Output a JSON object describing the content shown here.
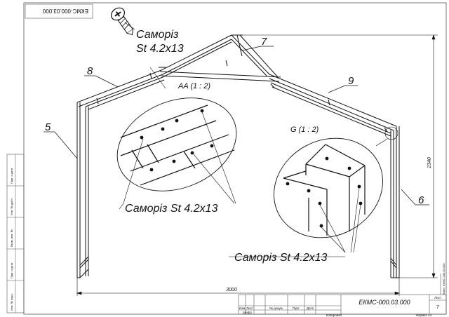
{
  "document_code_rotated": "ЕКМС-000.03.000",
  "document_code": "ЕКМС-000.03.000",
  "screw_label": "Саморіз",
  "screw_size": "St 4.2x13",
  "callout_screws_a": "Саморіз St 4.2x13",
  "callout_screws_g": "Саморіз St 4.2x13",
  "detail_aa_title": "AA (1 : 2)",
  "detail_g_title": "G (1 : 2)",
  "part_numbers": {
    "p5": "5",
    "p6": "6",
    "p7": "7",
    "p8": "8",
    "p9": "9"
  },
  "dimensions": {
    "width": "3000",
    "height": "2340"
  },
  "side_stamps": [
    "Підп. и дата",
    "Инв. № дубл.",
    "Взам. инв. №",
    "Підп. и дата",
    "Инв. № подл."
  ],
  "title_block": {
    "headers": [
      "Изм",
      "Лист",
      "№ докум.",
      "Підп.",
      "Дата"
    ],
    "row_shifr": "Шифр",
    "row_kopirovan": "Копировал",
    "format": "Формат А3",
    "sheet_label": "Лист",
    "sheet_number": "7",
    "file_name": "Файл: ЕКМС-000.03.000"
  }
}
